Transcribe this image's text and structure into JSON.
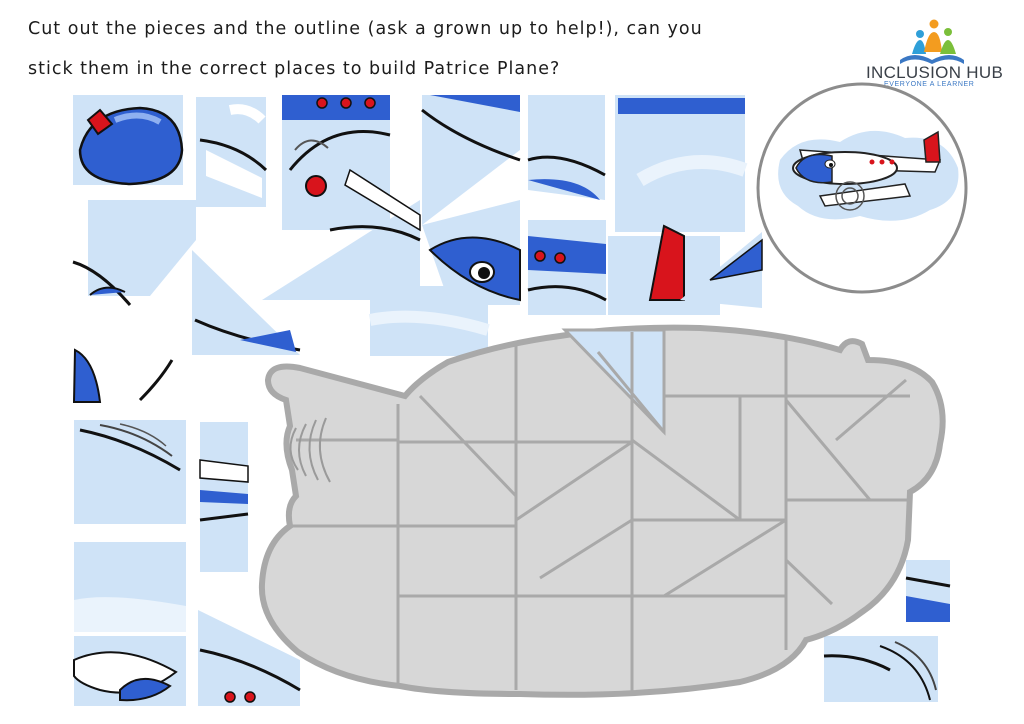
{
  "instructions": {
    "line1": "Cut out the pieces and the outline (ask a grown up to help!), can you",
    "line2": "stick them in the correct places to build Patrice Plane?"
  },
  "brand": {
    "name": "INCLUSION HUB",
    "tagline": "EVERYONE A LEARNER"
  },
  "colors": {
    "sky": "#cfe3f7",
    "cloud": "#eaf3fc",
    "plane_blue": "#2f5fd0",
    "outline_grey": "#d7d7d7",
    "outline_stroke": "#a9a9a9",
    "accent_red": "#d8141c"
  }
}
